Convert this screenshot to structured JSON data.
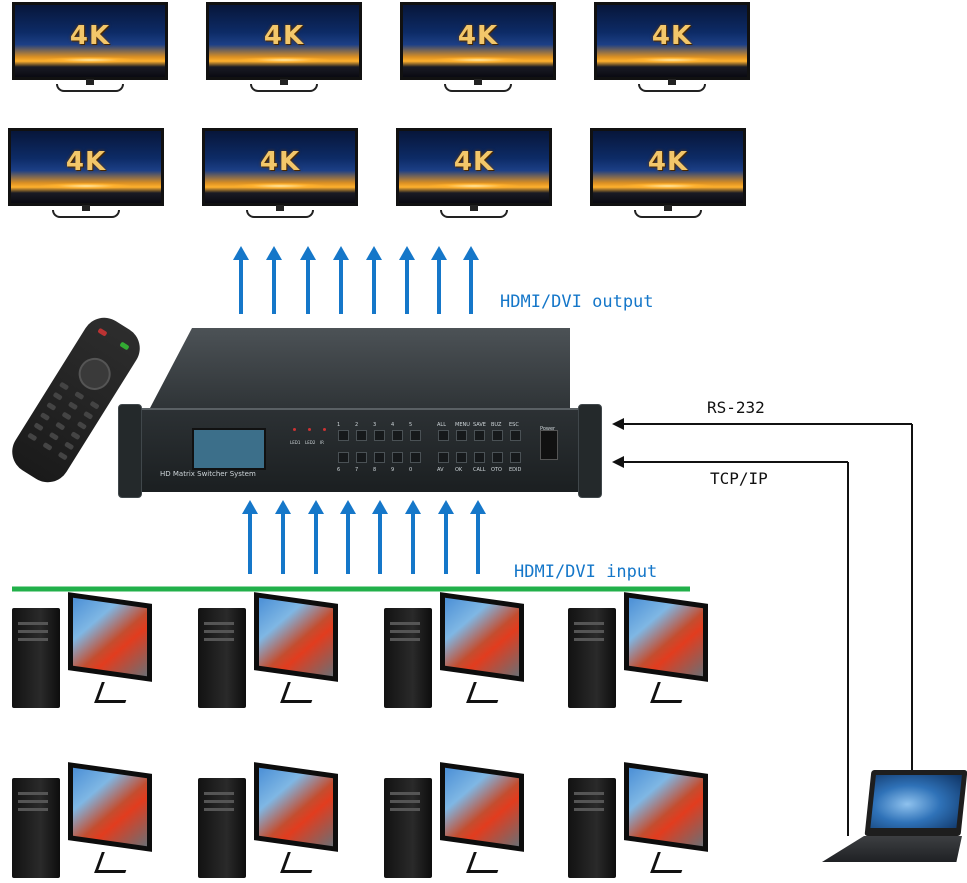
{
  "labels": {
    "output": "HDMI/DVI output",
    "input": "HDMI/DVI input",
    "rs232": "RS-232",
    "tcpip": "TCP/IP"
  },
  "tv": {
    "badge": "4K"
  },
  "matrix": {
    "title": "HD Matrix Switcher System",
    "leds": [
      "LED1",
      "LED2",
      "IR"
    ],
    "num_buttons_top": [
      "1",
      "2",
      "3",
      "4",
      "5"
    ],
    "num_buttons_bottom": [
      "6",
      "7",
      "8",
      "9",
      "0"
    ],
    "fn_buttons_top": [
      "ALL",
      "MENU",
      "SAVE",
      "BUZ",
      "ESC"
    ],
    "fn_buttons_bottom": [
      "AV",
      "OK",
      "CALL",
      "OTO",
      "EDID"
    ],
    "power_label": "Power"
  },
  "colors": {
    "arrow": "#1577c9",
    "input_line": "#22b04a",
    "connector": "#111111"
  }
}
